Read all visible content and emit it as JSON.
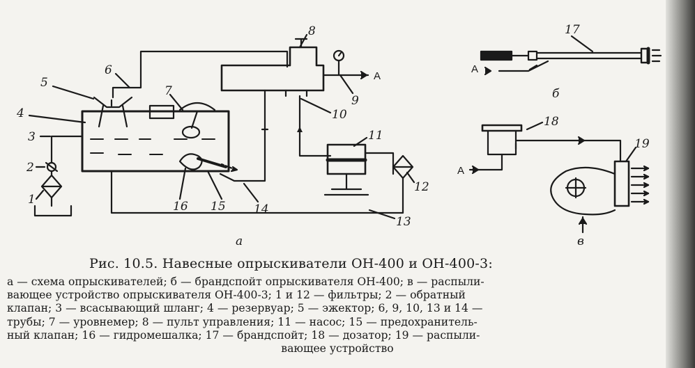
{
  "labels": {
    "n1": "1",
    "n2": "2",
    "n3": "3",
    "n4": "4",
    "n5": "5",
    "n6": "6",
    "n7": "7",
    "n8": "8",
    "n9": "9",
    "n10": "10",
    "n11": "11",
    "n12": "12",
    "n13": "13",
    "n14": "14",
    "n15": "15",
    "n16": "16",
    "n17": "17",
    "n18": "18",
    "n19": "19",
    "sub_a": "а",
    "sub_b": "б",
    "sub_v": "в",
    "A1": "A",
    "A2": "A",
    "A3": "A"
  },
  "caption": {
    "title": "Рис. 10.5. Навесные опрыскиватели ОН-400 и ОН-400-3:",
    "lines": [
      "а — схема опрыскивателей; б — брандспойт опрыскивателя ОН-400; в — распыли-",
      "вающее устройство опрыскивателя ОН-400-3; 1 и 12 — фильтры; 2 — обратный",
      "клапан; 3 — всасывающий шланг; 4 — резервуар; 5 — эжектор; 6, 9, 10, 13 и 14 —",
      "трубы; 7 — уровнемер; 8 — пульт управления; 11 — насос; 15 — предохранитель-",
      "ный клапан; 16 — гидромешалка; 17 — брандспойт; 18 — дозатор; 19 — распыли-",
      "вающее устройство"
    ]
  },
  "colors": {
    "ink": "#1a1a1a",
    "paper": "#f4f3ef"
  }
}
